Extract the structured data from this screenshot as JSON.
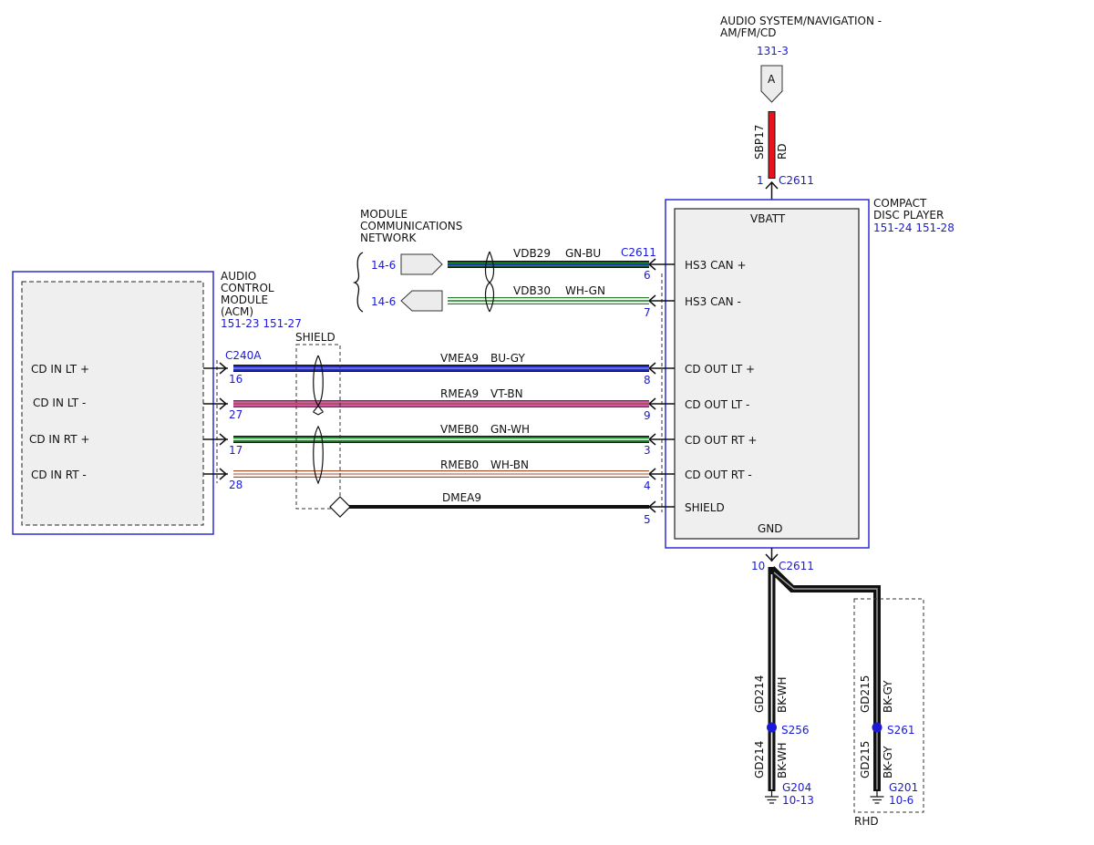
{
  "top_component": {
    "title_line1": "AUDIO SYSTEM/NAVIGATION -",
    "title_line2": "AM/FM/CD",
    "ref": "131-3",
    "connector_letter": "A",
    "wire_circuit": "SBP17",
    "wire_color": "RD",
    "pin": "1",
    "connector": "C2611"
  },
  "cd_player": {
    "title_line1": "COMPACT",
    "title_line2": "DISC PLAYER",
    "refs": "151-24  151-28",
    "vbatt": "VBATT",
    "gnd": "GND",
    "pins": [
      "HS3 CAN +",
      "HS3 CAN -",
      "CD OUT LT +",
      "CD OUT LT -",
      "CD OUT RT +",
      "CD OUT RT -",
      "SHIELD"
    ],
    "pin_numbers": [
      "6",
      "7",
      "8",
      "9",
      "3",
      "4",
      "5"
    ],
    "connector": "C2611"
  },
  "network": {
    "title_line1": "MODULE",
    "title_line2": "COMMUNICATIONS",
    "title_line3": "NETWORK",
    "ref1": "14-6",
    "ref2": "14-6"
  },
  "acm": {
    "title_line1": "AUDIO",
    "title_line2": "CONTROL",
    "title_line3": "MODULE",
    "title_line4": "(ACM)",
    "refs": "151-23  151-27",
    "connector": "C240A",
    "pins": [
      "CD IN LT +",
      "CD IN LT -",
      "CD IN RT +",
      "CD IN RT -"
    ],
    "pin_numbers": [
      "16",
      "27",
      "17",
      "28"
    ]
  },
  "shield_label": "SHIELD",
  "wires": [
    {
      "circuit": "VDB29",
      "color": "GN-BU"
    },
    {
      "circuit": "VDB30",
      "color": "WH-GN"
    },
    {
      "circuit": "VMEA9",
      "color": "BU-GY"
    },
    {
      "circuit": "RMEA9",
      "color": "VT-BN"
    },
    {
      "circuit": "VMEB0",
      "color": "GN-WH"
    },
    {
      "circuit": "RMEB0",
      "color": "WH-BN"
    },
    {
      "circuit": "DMEA9",
      "color": ""
    }
  ],
  "ground": {
    "pin": "10",
    "connector": "C2611",
    "left": {
      "circuit": "GD214",
      "color": "BK-WH",
      "splice": "S256",
      "ground_name": "G204",
      "ground_ref": "10-13"
    },
    "right": {
      "circuit": "GD215",
      "color": "BK-GY",
      "splice": "S261",
      "ground_name": "G201",
      "ground_ref": "10-6"
    },
    "rhd_label": "RHD"
  },
  "colors": {
    "RD": "#e8141b",
    "BU": "#1f2ad8",
    "GN": "#1b8a2a",
    "VT": "#d35ab0",
    "WH": "#ffffff",
    "BN": "#a0522d",
    "BK": "#111111",
    "outline_blue": "#2d2dd8",
    "ref_blue": "#1a1ad6"
  }
}
